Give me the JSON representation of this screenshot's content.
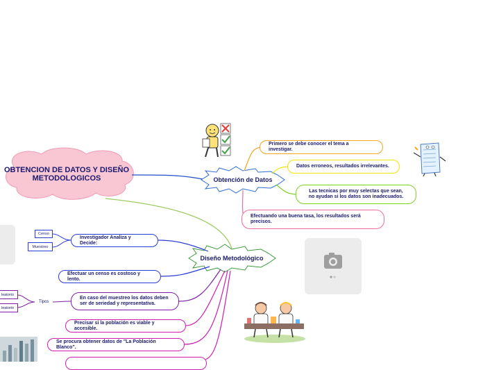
{
  "central": {
    "title": "OBTENCION DE DATOS Y DISEÑO METODOLOGICOS"
  },
  "obtencion": {
    "title": "Obtención de Datos",
    "children": [
      "Primero se debe conocer el tema a investigar.",
      "Datos erroneos, resultados irrelevantes.",
      "Las tecnicas por muy selectas que sean, no ayudan si los datos son inadecuados.",
      "Efectuando una buena tasa, los resultados será precisos."
    ]
  },
  "diseno": {
    "title": "Diseño Metodológico",
    "investigador": "Investigador Analiza y Decide:",
    "censo": "Censo",
    "muestreo": "Muestreo",
    "costoso": "Efectuar un censo es costoso y lento.",
    "muestreo_datos": "En caso del muestreo los datos deben ser de seriedad y representativa.",
    "tipos": "Tipos",
    "aleatorio1": "leatorio",
    "aleatorio2": "leatorio",
    "viable": "Precisar si la población es viable y accesible.",
    "blanco": "Se procura obtener datos de \"La Población Blanco\"."
  },
  "icons": {
    "camera": "camera-icon",
    "character-checklist": "checklist-character-icon",
    "document-character": "document-character-icon",
    "scientists": "scientists-illustration",
    "chart": "chart-thumbnail"
  },
  "colors": {
    "central_fill": "#f9c6d3",
    "central_stroke": "#f19ab4",
    "obtencion_branch": "#1f4fc9",
    "diseno_branch": "#9ccc65",
    "orange": "#f5a623",
    "yellow": "#f2e500",
    "green": "#7ed321",
    "pink": "#f06d9b",
    "blue": "#2b3bd6",
    "magenta": "#d01bb0",
    "purple": "#7b1fa2"
  }
}
